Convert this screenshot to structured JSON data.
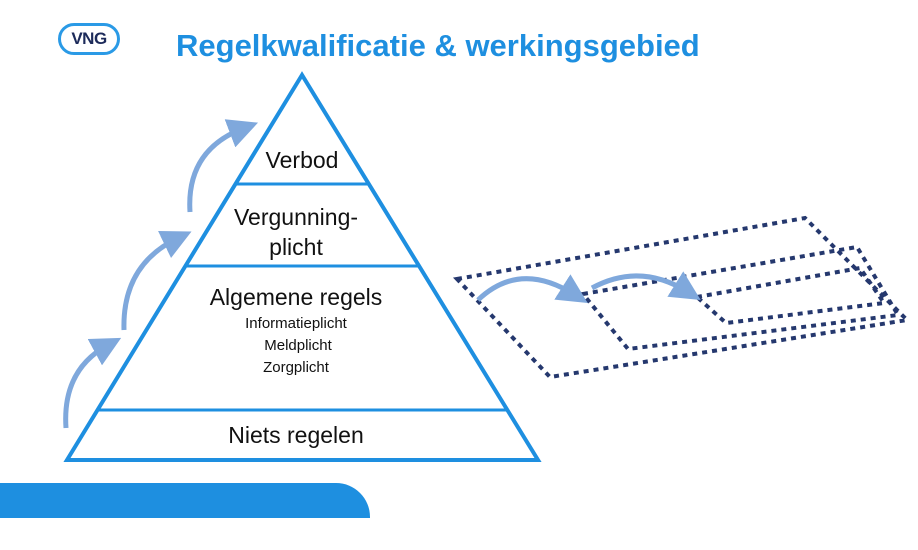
{
  "header": {
    "logo_text": "VNG",
    "title": "Regelkwalificatie & werkingsgebied"
  },
  "pyramid": {
    "levels": [
      {
        "label": "Verbod"
      },
      {
        "label_line1": "Vergunning-",
        "label_line2": "plicht"
      },
      {
        "label": "Algemene regels",
        "sub_items": [
          "Informatieplicht",
          "Meldplicht",
          "Zorgplicht"
        ]
      },
      {
        "label": "Niets regelen"
      }
    ]
  },
  "colors": {
    "accent": "#1e8fe0",
    "arrow": "#7fa8dc",
    "dotted": "#25386e"
  }
}
